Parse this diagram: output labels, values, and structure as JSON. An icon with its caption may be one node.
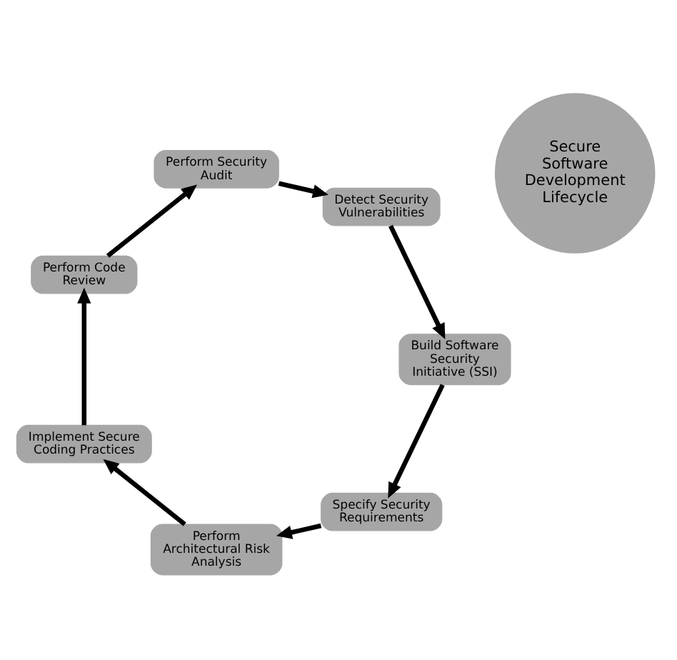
{
  "diagram": {
    "nodes": [
      {
        "text": [
          "Secure Software Development Lifecycle"
        ]
      },
      {
        "text": [
          "Specify Security Requirements"
        ]
      },
      {
        "text": [
          "Perform Architectural Risk Analysis"
        ]
      },
      {
        "text": [
          "Implement Secure Coding Practices"
        ]
      },
      {
        "text": [
          "Perform Code Review"
        ]
      },
      {
        "text": [
          "Perform Security Audit"
        ]
      },
      {
        "text": [
          "Detect Security Vulnerabilities"
        ]
      },
      {
        "text": [
          "Build Software Security Initiative (SSI)"
        ]
      }
    ],
    "edges": [
      {
        "from": 1,
        "to": 2,
        "arrow": "to"
      },
      {
        "from": 2,
        "to": 3,
        "arrow": "to"
      },
      {
        "from": 3,
        "to": 4,
        "arrow": "to"
      },
      {
        "from": 4,
        "to": 5,
        "arrow": "to"
      },
      {
        "from": 5,
        "to": 6,
        "arrow": "to"
      },
      {
        "from": 6,
        "to": 7,
        "arrow": "to"
      },
      {
        "from": 7,
        "to": 1,
        "arrow": "to"
      }
    ]
  }
}
